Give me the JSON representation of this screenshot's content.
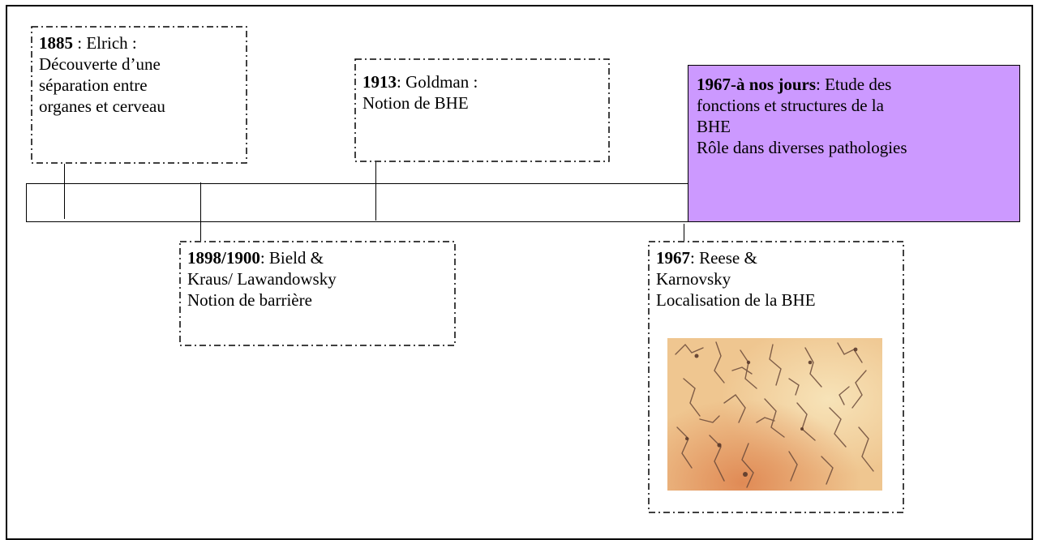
{
  "events": [
    {
      "id": "e1885",
      "year": "1885",
      "lines": [
        " : Elrich :",
        " Découverte d’une",
        "séparation entre",
        "organes et cerveau"
      ]
    },
    {
      "id": "e1898",
      "year": "1898/1900",
      "lines": [
        ": Bield &",
        "Kraus/ Lawandowsky",
        " Notion de barrière"
      ]
    },
    {
      "id": "e1913",
      "year": "1913",
      "lines": [
        ": Goldman :",
        "Notion de BHE"
      ]
    },
    {
      "id": "e1967",
      "year": "1967",
      "lines": [
        ": Reese &",
        "Karnovsky",
        "Localisation de la BHE"
      ]
    },
    {
      "id": "emodern",
      "year": "1967-à nos jours",
      "lines": [
        ": Etude des",
        "fonctions et structures de la",
        "BHE",
        "Rôle dans diverses pathologies"
      ]
    }
  ],
  "colors": {
    "highlight": "#cc99ff",
    "micrograph_base": "#efc690",
    "capillary": "#6b4a3a"
  },
  "image": {
    "name": "blood-brain-barrier-micrograph"
  }
}
